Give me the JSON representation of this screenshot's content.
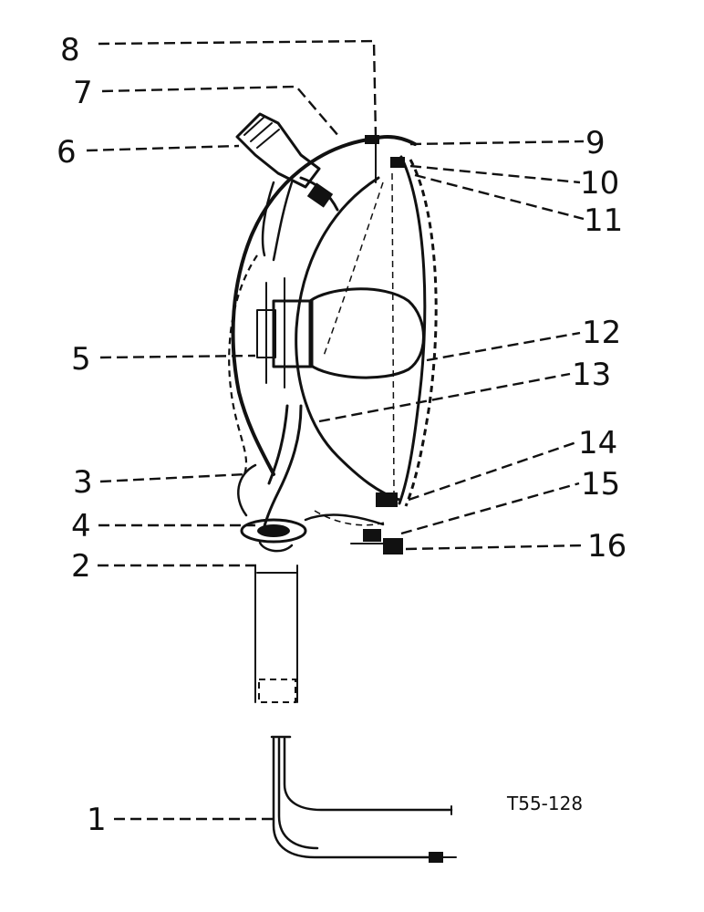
{
  "callouts": [
    {
      "label": "1"
    },
    {
      "label": "2"
    },
    {
      "label": "3"
    },
    {
      "label": "4"
    },
    {
      "label": "5"
    },
    {
      "label": "6"
    },
    {
      "label": "7"
    },
    {
      "label": "8"
    },
    {
      "label": "9"
    },
    {
      "label": "10"
    },
    {
      "label": "11"
    },
    {
      "label": "12"
    },
    {
      "label": "13"
    },
    {
      "label": "14"
    },
    {
      "label": "15"
    },
    {
      "label": "16"
    }
  ],
  "reference_code": "T55-128"
}
